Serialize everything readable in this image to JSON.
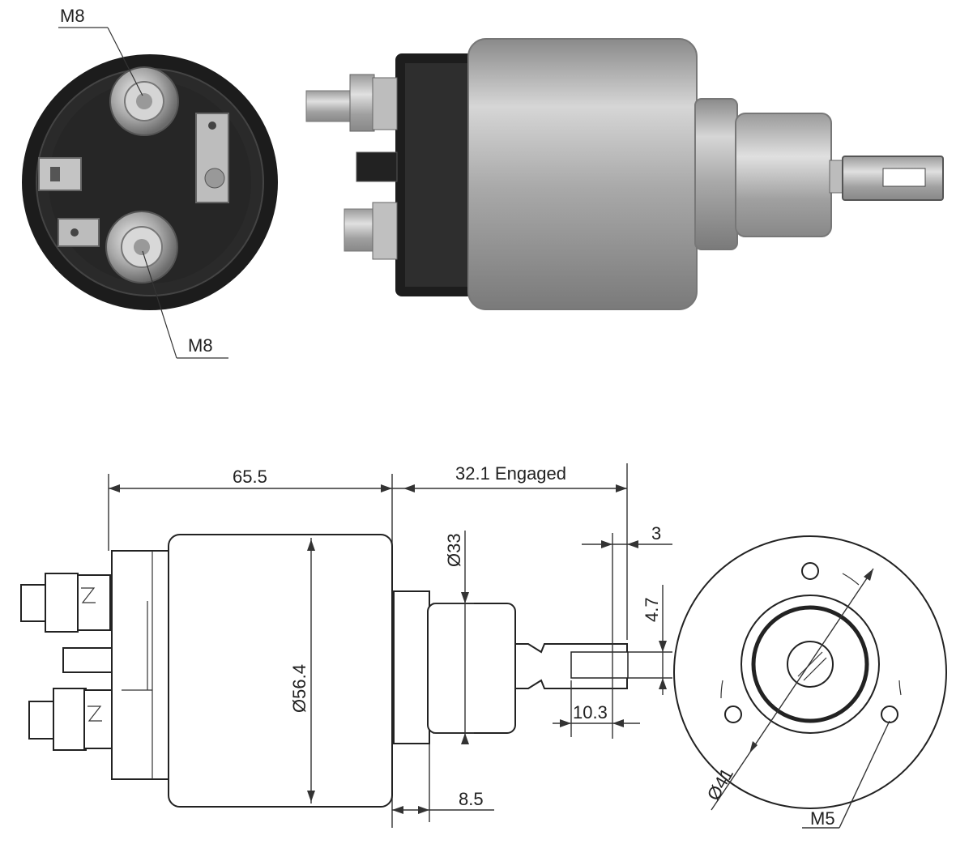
{
  "photo_top": {
    "end_view": {
      "upper_terminal_label": "M8",
      "lower_terminal_label": "M8"
    }
  },
  "drawing": {
    "dimensions": {
      "body_length": "65.5",
      "plunger_travel": "32.1 Engaged",
      "tab_thickness": "3",
      "tab_hole": "4.7",
      "tab_length": "10.3",
      "nose_diameter": "Ø33",
      "body_diameter": "Ø56.4",
      "nose_offset": "8.5",
      "bolt_circle": "Ø41",
      "mount_thread": "M5"
    }
  },
  "colors": {
    "housing_silver": "#b9b9b9",
    "cap_black": "#1a1a1a",
    "terminal_metal": "#c8c8c8"
  }
}
